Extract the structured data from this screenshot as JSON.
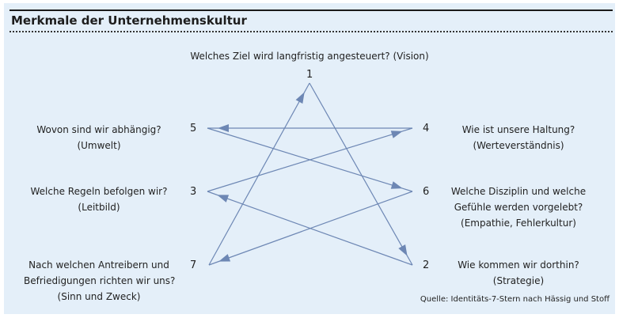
{
  "title": "Merkmale der Unternehmenskultur",
  "questions": {
    "q1": {
      "number": "1",
      "line1": "Welches Ziel wird langfristig angesteuert? (Vision)"
    },
    "q2": {
      "number": "2",
      "line1": "Wie kommen wir dorthin?",
      "line2": "(Strategie)"
    },
    "q3": {
      "number": "3",
      "line1": "Welche Regeln befolgen wir?",
      "line2": "(Leitbild)"
    },
    "q4": {
      "number": "4",
      "line1": "Wie ist unsere Haltung?",
      "line2": "(Werteverständnis)"
    },
    "q5": {
      "number": "5",
      "line1": "Wovon sind wir abhängig?",
      "line2": "(Umwelt)"
    },
    "q6": {
      "number": "6",
      "line1": "Welche Disziplin und welche",
      "line2": "Gefühle werden vorgelebt?",
      "line3": "(Empathie, Fehlerkultur)"
    },
    "q7": {
      "number": "7",
      "line1": "Nach welchen Antreibern und",
      "line2": "Befriedigungen richten wir uns?",
      "line3": "(Sinn und Zweck)"
    }
  },
  "sequence": [
    "1",
    "2",
    "3",
    "4",
    "5",
    "6",
    "7",
    "1"
  ],
  "source": "Quelle: Identitäts-7-Stern nach Hässig und Stoff",
  "colors": {
    "background": "#e4eff9",
    "lines": "#6d87b4"
  }
}
